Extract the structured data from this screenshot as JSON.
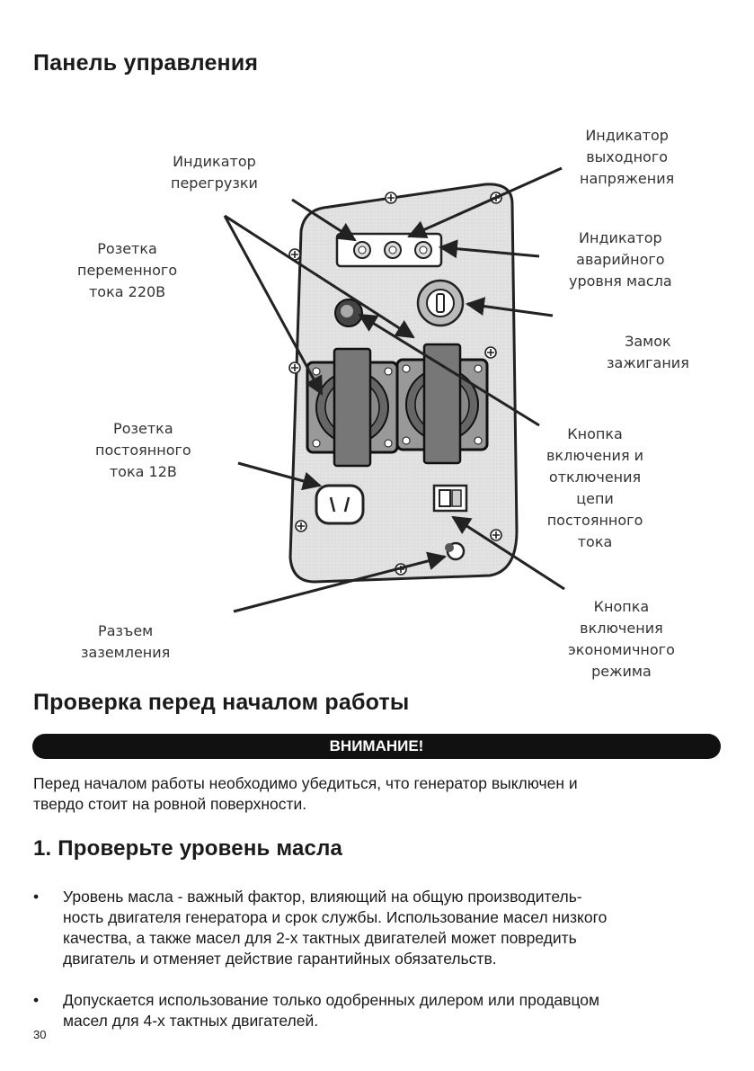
{
  "titles": {
    "panel": "Панель управления",
    "check": "Проверка перед началом работы",
    "oil": "1. Проверьте уровень масла"
  },
  "labels": {
    "overload": [
      "Индикатор",
      "перегрузки"
    ],
    "output": [
      "Индикатор",
      "выходного",
      "напряжения"
    ],
    "ac_socket": [
      "Розетка",
      "переменного",
      "тока 220В"
    ],
    "oil_level": [
      "Индикатор",
      "аварийного",
      "уровня масла"
    ],
    "ignition": [
      "Замок",
      "зажигания"
    ],
    "dc_button": [
      "Кнопка",
      "включения и",
      "отключения",
      "цепи",
      "постоянного",
      "тока"
    ],
    "dc_socket": [
      "Розетка",
      "постоянного",
      "тока 12В"
    ],
    "ground": [
      "Разъем",
      "заземления"
    ],
    "eco": [
      "Кнопка",
      "включения",
      "экономичного",
      "режима"
    ]
  },
  "warning": "ВНИМАНИЕ!",
  "warning_text": [
    "Перед началом работы необходимо убедиться, что генератор выключен и",
    "твердо стоит на ровной поверхности."
  ],
  "bullets": [
    {
      "symbol": "•",
      "lines": [
        "Уровень масла - важный фактор, влияющий на общую производитель-",
        "ность двигателя генератора и срок службы. Использование масел низкого",
        "качества, а также масел для 2-х тактных двигателей может повредить",
        "двигатель и отменяет действие гарантийных обязательств."
      ]
    },
    {
      "symbol": "•",
      "lines": [
        "Допускается использование только одобренных дилером или продавцом",
        "масел для 4-х тактных двигателей."
      ]
    }
  ],
  "page_number": "30"
}
